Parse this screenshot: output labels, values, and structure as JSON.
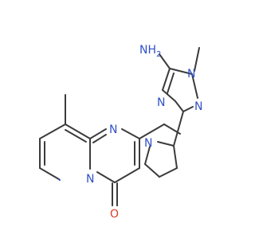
{
  "molecule": {
    "atoms": {
      "amino_n": {
        "element": "N",
        "label": "NH2",
        "label_main": "NH",
        "label_sub": "2",
        "color": "#3250c8"
      },
      "n_methyl": {
        "element": "N",
        "label": "N",
        "color": "#3250c8"
      },
      "triazole_n2": {
        "element": "N",
        "label": "N",
        "color": "#3250c8"
      },
      "triazole_n4": {
        "element": "N",
        "label": "N",
        "color": "#3250c8"
      },
      "pyrrolidine_n": {
        "element": "N",
        "label": "N",
        "color": "#3250c8"
      },
      "pyrimidine_n": {
        "element": "N",
        "label": "N",
        "color": "#3250c8"
      },
      "bridgehead_n": {
        "element": "N",
        "label": "N",
        "color": "#3250c8"
      },
      "carbonyl_o": {
        "element": "O",
        "label": "O",
        "color": "#dd3b2b"
      }
    },
    "bond_color": "#3b3b3b"
  }
}
